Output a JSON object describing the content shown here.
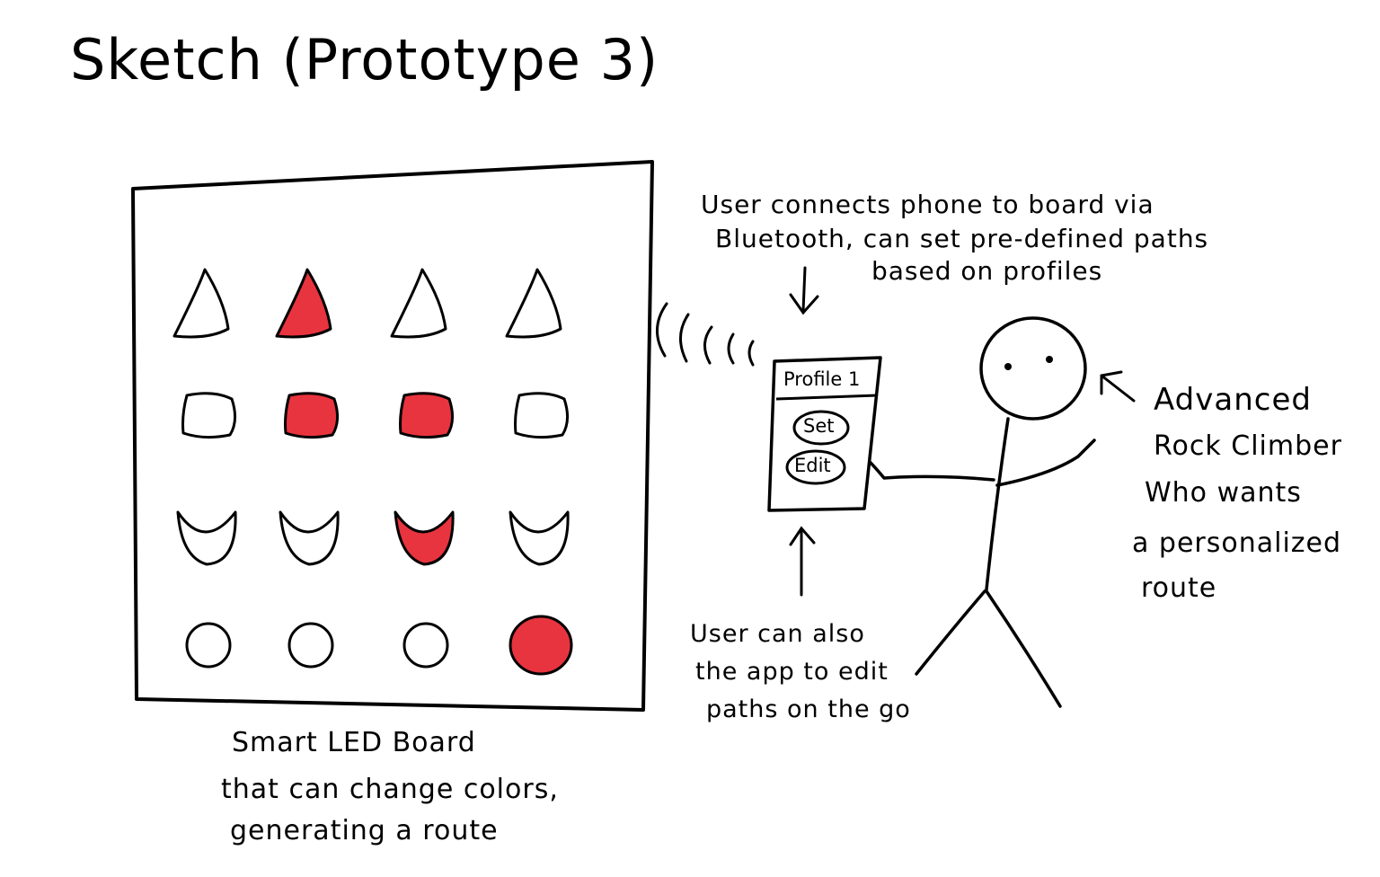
{
  "title": "Sketch (Prototype 3)",
  "colors": {
    "ink": "#000000",
    "led_on": "#e8343e",
    "paper": "#ffffff"
  },
  "board": {
    "caption": [
      "Smart LED Board",
      "that can change colors,",
      "generating a route"
    ],
    "rows": [
      {
        "shape": "triangle",
        "lit": [
          false,
          true,
          false,
          false
        ]
      },
      {
        "shape": "rounded-square",
        "lit": [
          false,
          true,
          true,
          false
        ]
      },
      {
        "shape": "crescent",
        "lit": [
          false,
          false,
          true,
          false
        ]
      },
      {
        "shape": "circle",
        "lit": [
          false,
          false,
          false,
          true
        ]
      }
    ]
  },
  "phone": {
    "header": "Profile 1",
    "buttons": [
      "Set",
      "Edit"
    ]
  },
  "notes": {
    "bluetooth": [
      "User connects phone to board via",
      "Bluetooth, can set pre-defined paths",
      "based on profiles"
    ],
    "edit": [
      "User can also",
      "the app to edit",
      "paths on the go"
    ],
    "climber": [
      "Advanced",
      "Rock Climber",
      "Who wants",
      "a personalized",
      "route"
    ]
  }
}
